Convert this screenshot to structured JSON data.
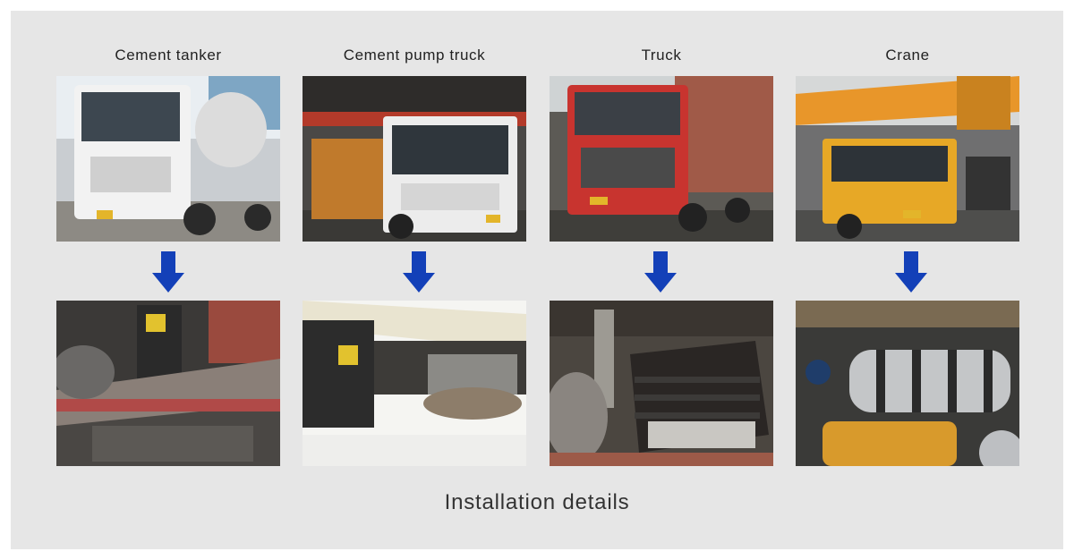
{
  "columns": [
    {
      "label": "Cement tanker"
    },
    {
      "label": "Cement pump truck"
    },
    {
      "label": "Truck"
    },
    {
      "label": "Crane"
    }
  ],
  "caption": "Installation details",
  "colors": {
    "panel_bg": "#e6e6e6",
    "arrow": "#1340b8"
  },
  "icons": {
    "arrow": "arrow-down-icon"
  }
}
